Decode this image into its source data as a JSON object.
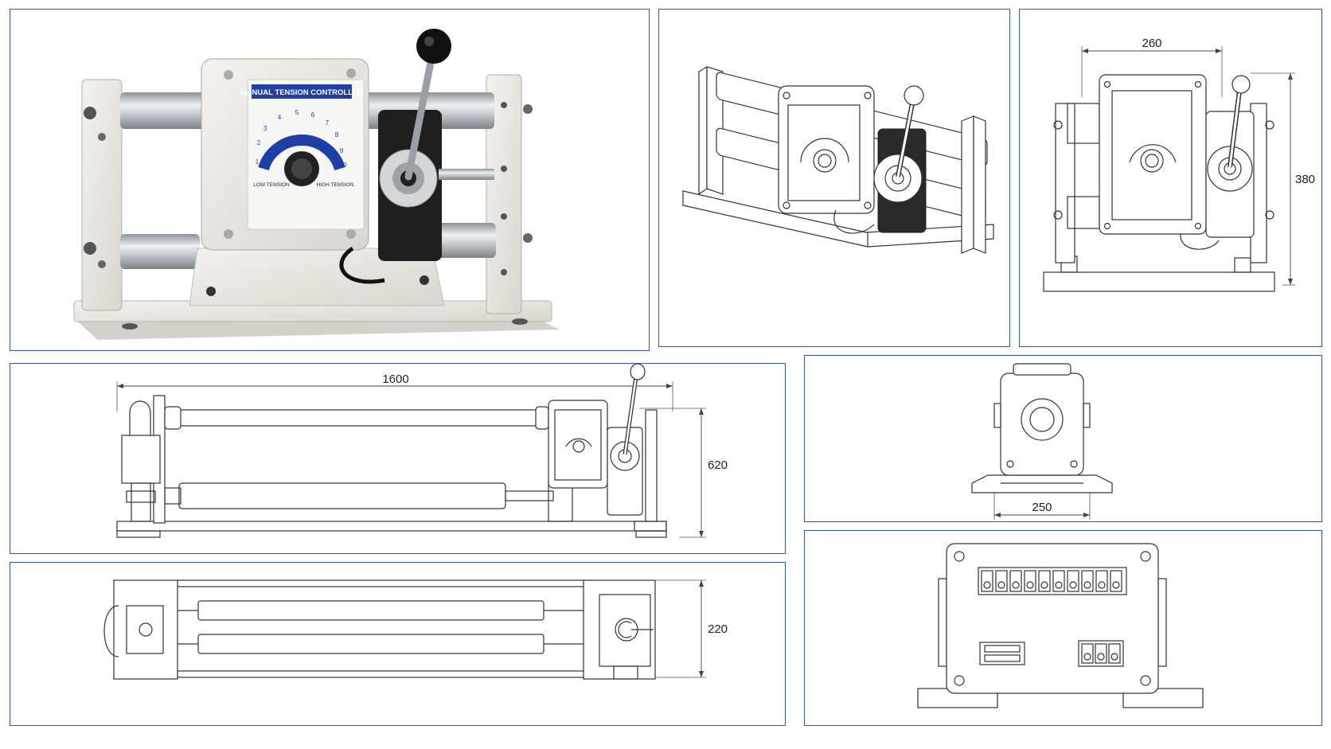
{
  "colors": {
    "panel_border": "#2f56a6",
    "label_blue": "#1f3fa8",
    "machine_body": "#eceae6",
    "roller_steel": "#c9ccd0",
    "dark_part": "#1e1e1e"
  },
  "photo": {
    "label": "MANUAL TENSION CONTROLLER",
    "dial_numbers": [
      "1",
      "2",
      "3",
      "4",
      "5",
      "6",
      "7",
      "8",
      "9",
      "0"
    ],
    "low_label": "LOW TENSION",
    "high_label": "HIGH TENSION"
  },
  "dims": {
    "front_width": "260",
    "front_height": "380",
    "side_length": "1600",
    "side_height": "620",
    "top_depth": "220",
    "end_width": "250"
  }
}
